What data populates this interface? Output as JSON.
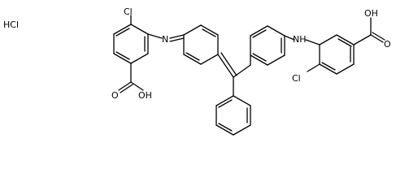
{
  "structure": {
    "salt_label": "HCl",
    "left_ring": {
      "chloro": "Cl",
      "imine_nitrogen": "N",
      "carboxyl": "O",
      "carboxyl_hydroxyl": "OH"
    },
    "right_ring": {
      "amine": "NH",
      "chloro": "Cl",
      "carboxyl": "O",
      "carboxyl_hydroxyl": "OH"
    }
  },
  "colors": {
    "bond": "#000000",
    "background": "#ffffff"
  }
}
